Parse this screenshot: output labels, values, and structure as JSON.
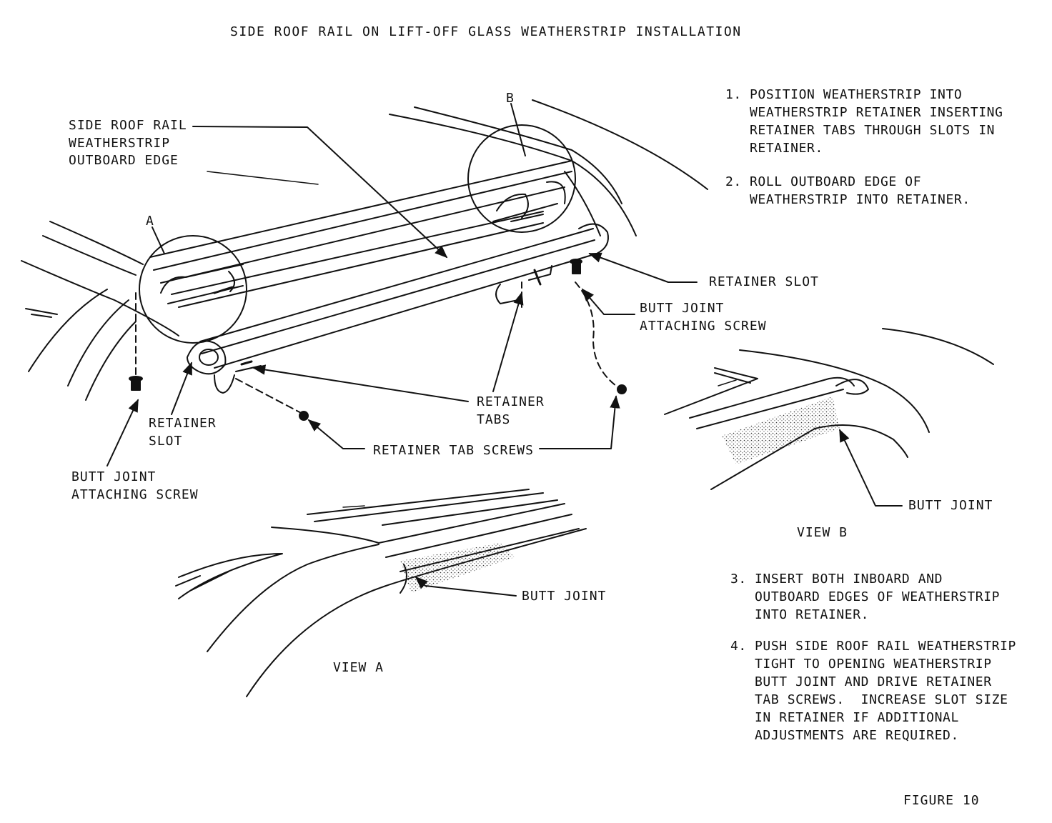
{
  "title": "SIDE ROOF RAIL ON LIFT-OFF GLASS WEATHERSTRIP INSTALLATION",
  "labels": {
    "detail_a": "A",
    "detail_b": "B",
    "side_roof_rail": "SIDE ROOF RAIL\nWEATHERSTRIP\nOUTBOARD EDGE",
    "retainer_slot_right": "RETAINER SLOT",
    "butt_joint_screw_right": "BUTT JOINT\nATTACHING SCREW",
    "retainer_tabs": "RETAINER\nTABS",
    "retainer_slot_left": "RETAINER\nSLOT",
    "retainer_tab_screws": "RETAINER TAB SCREWS",
    "butt_joint_screw_left": "BUTT JOINT\nATTACHING SCREW",
    "butt_joint_view_a": "BUTT JOINT",
    "view_a": "VIEW A",
    "butt_joint_view_b": "BUTT JOINT",
    "view_b": "VIEW B"
  },
  "steps": [
    {
      "num": "1.",
      "text": "POSITION WEATHERSTRIP INTO\nWEATHERSTRIP RETAINER INSERTING\nRETAINER TABS THROUGH SLOTS IN\nRETAINER."
    },
    {
      "num": "2.",
      "text": "ROLL OUTBOARD EDGE OF\nWEATHERSTRIP INTO RETAINER."
    },
    {
      "num": "3.",
      "text": "INSERT BOTH INBOARD AND\nOUTBOARD EDGES OF WEATHERSTRIP\nINTO RETAINER."
    },
    {
      "num": "4.",
      "text": "PUSH SIDE ROOF RAIL WEATHERSTRIP\nTIGHT TO OPENING WEATHERSTRIP\nBUTT JOINT AND DRIVE RETAINER\nTAB SCREWS.  INCREASE SLOT SIZE\nIN RETAINER IF ADDITIONAL\nADJUSTMENTS ARE REQUIRED."
    }
  ],
  "figure_label": "FIGURE 10"
}
